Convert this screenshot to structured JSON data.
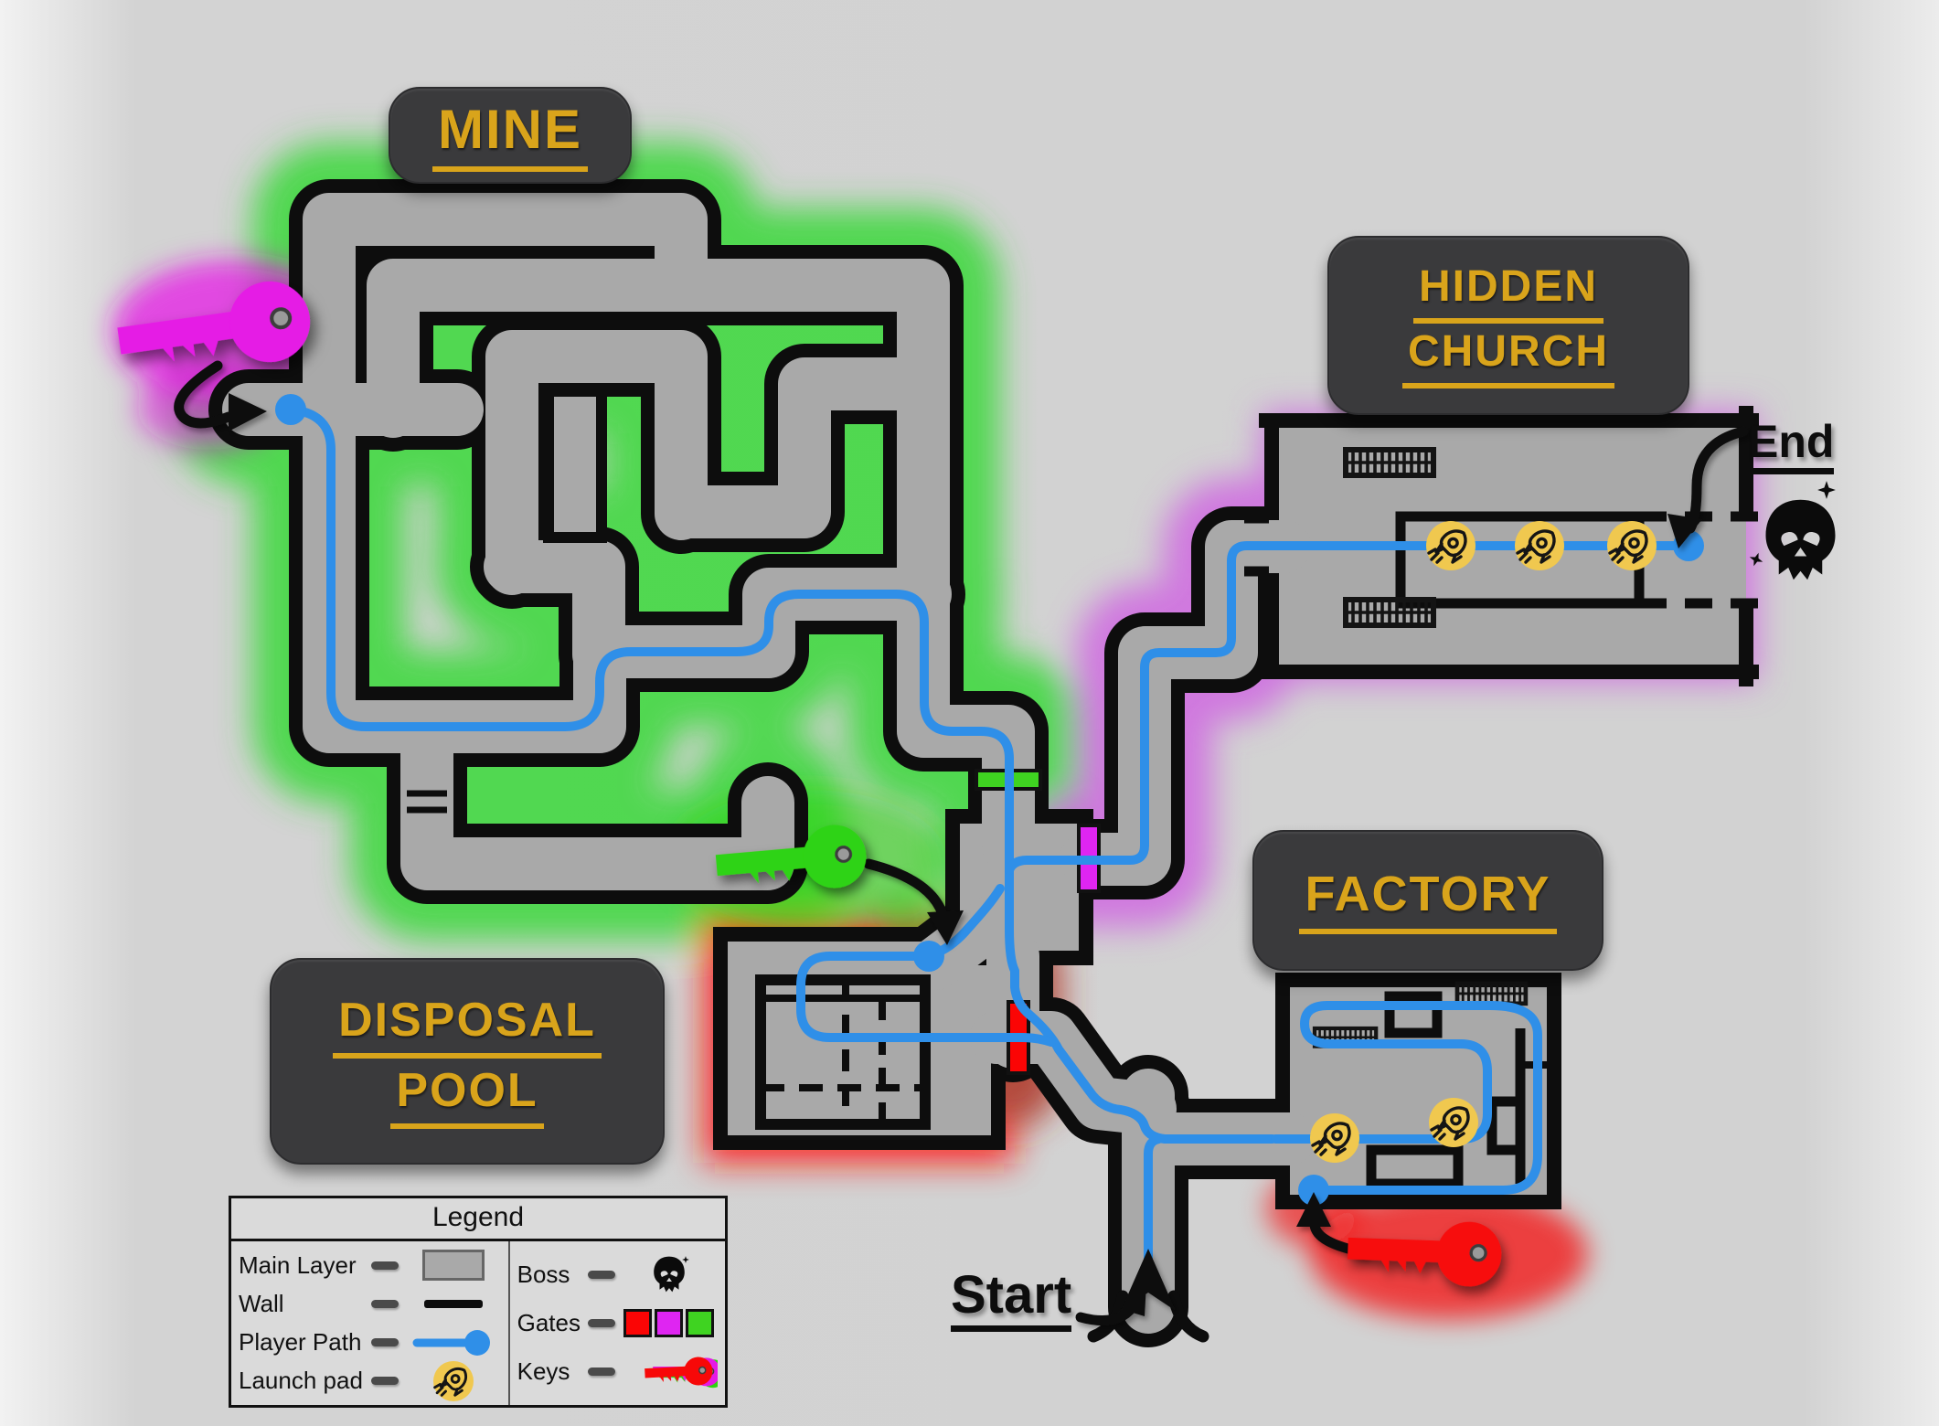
{
  "regions": {
    "mine": {
      "label": "MINE"
    },
    "hidden_church": {
      "line1": "HIDDEN",
      "line2": "CHURCH"
    },
    "disposal_pool": {
      "line1": "DISPOSAL",
      "line2": "POOL"
    },
    "factory": {
      "label": "FACTORY"
    }
  },
  "markers": {
    "start": "Start",
    "end": "End"
  },
  "legend": {
    "title": "Legend",
    "left": [
      {
        "label": "Main Layer",
        "swatch": "main-layer-swatch"
      },
      {
        "label": "Wall",
        "swatch": "wall-swatch"
      },
      {
        "label": "Player Path",
        "swatch": "player-path-swatch"
      },
      {
        "label": "Launch pad",
        "swatch": "launch-pad-icon"
      }
    ],
    "right": [
      {
        "label": "Boss",
        "swatch": "boss-skull-icon"
      },
      {
        "label": "Gates",
        "swatch": "gate-swatches"
      },
      {
        "label": "Keys",
        "swatch": "key-icons"
      }
    ]
  },
  "icons": [
    "skull-icon",
    "rocket-launch-pad-icon",
    "key-icon",
    "sparkle-icon",
    "arrow-icon"
  ],
  "colors": {
    "accent_gold": "#d9a41b",
    "label_panel": "#3a3a3c",
    "floor_gray": "#a9a9a9",
    "wall_black": "#0d0d0d",
    "path_blue": "#2f8fe8",
    "glow_green": "#3bd83b",
    "glow_red": "#ff1a10",
    "glow_purple": "#cf6ee0",
    "key_magenta": "#e51ae5",
    "key_green": "#2ed312",
    "key_red": "#f70808",
    "gate_red": "#fb0505",
    "gate_magenta": "#df25f2",
    "gate_green": "#3fd321",
    "launchpad_yellow": "#f0c84f"
  }
}
